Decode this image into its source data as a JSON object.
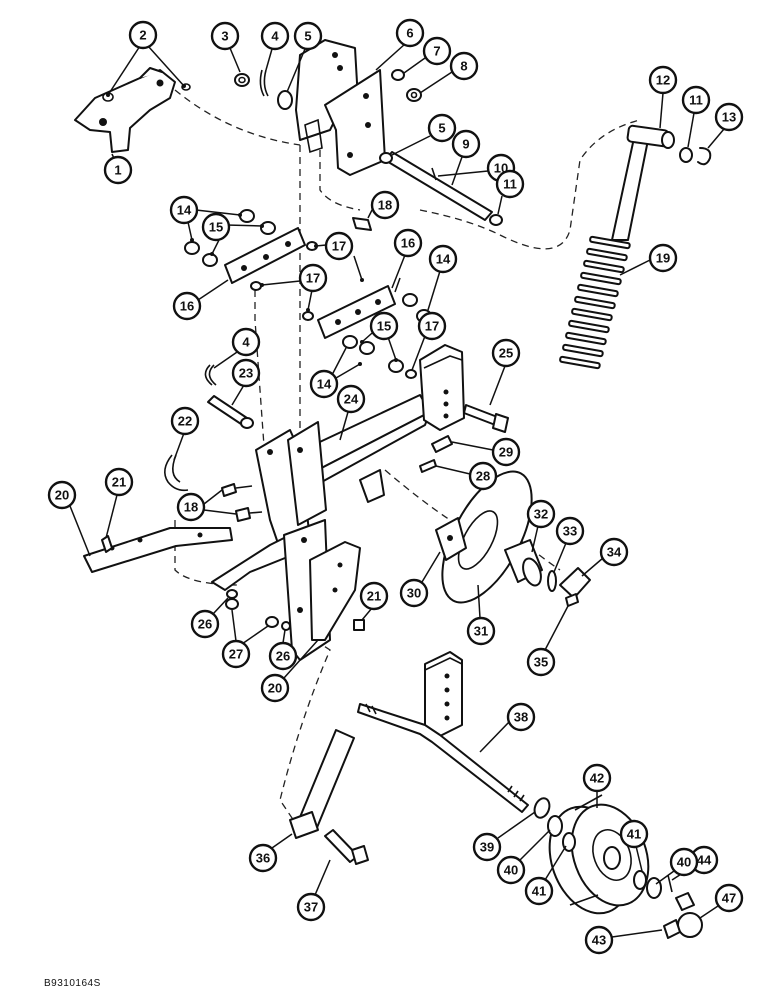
{
  "figure_id": "B9310164S",
  "callouts": [
    {
      "label": "1"
    },
    {
      "label": "2"
    },
    {
      "label": "3"
    },
    {
      "label": "4"
    },
    {
      "label": "5"
    },
    {
      "label": "6"
    },
    {
      "label": "7"
    },
    {
      "label": "8"
    },
    {
      "label": "5"
    },
    {
      "label": "9"
    },
    {
      "label": "10"
    },
    {
      "label": "11"
    },
    {
      "label": "12"
    },
    {
      "label": "11"
    },
    {
      "label": "13"
    },
    {
      "label": "14"
    },
    {
      "label": "15"
    },
    {
      "label": "18"
    },
    {
      "label": "17"
    },
    {
      "label": "16"
    },
    {
      "label": "19"
    },
    {
      "label": "16"
    },
    {
      "label": "17"
    },
    {
      "label": "16"
    },
    {
      "label": "14"
    },
    {
      "label": "4"
    },
    {
      "label": "15"
    },
    {
      "label": "17"
    },
    {
      "label": "25"
    },
    {
      "label": "23"
    },
    {
      "label": "14"
    },
    {
      "label": "22"
    },
    {
      "label": "24"
    },
    {
      "label": "29"
    },
    {
      "label": "28"
    },
    {
      "label": "21"
    },
    {
      "label": "20"
    },
    {
      "label": "18"
    },
    {
      "label": "32"
    },
    {
      "label": "33"
    },
    {
      "label": "34"
    },
    {
      "label": "30"
    },
    {
      "label": "26"
    },
    {
      "label": "21"
    },
    {
      "label": "31"
    },
    {
      "label": "27"
    },
    {
      "label": "26"
    },
    {
      "label": "20"
    },
    {
      "label": "35"
    },
    {
      "label": "38"
    },
    {
      "label": "42"
    },
    {
      "label": "41"
    },
    {
      "label": "36"
    },
    {
      "label": "39"
    },
    {
      "label": "40"
    },
    {
      "label": "44"
    },
    {
      "label": "41"
    },
    {
      "label": "40"
    },
    {
      "label": "37"
    },
    {
      "label": "47"
    },
    {
      "label": "43"
    }
  ]
}
